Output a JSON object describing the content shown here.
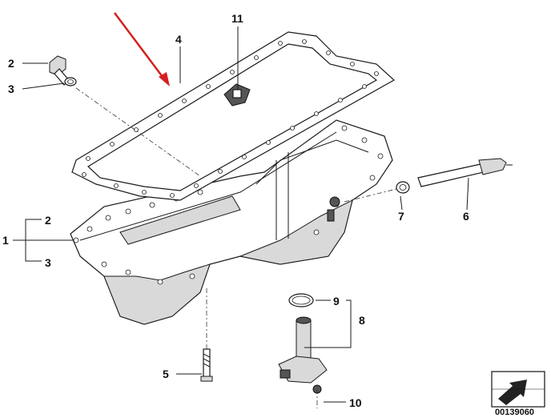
{
  "colors": {
    "arrow": "#d42020",
    "line": "#1a1a1a",
    "shade": "#d9d9d9"
  },
  "callouts": {
    "c1": "1",
    "c2_top": "2",
    "c2_group": "2",
    "c3_top": "3",
    "c3_group": "3",
    "c4": "4",
    "c5": "5",
    "c6": "6",
    "c7": "7",
    "c8": "8",
    "c9": "9",
    "c10": "10",
    "c11": "11"
  },
  "document_number": "00139060",
  "icons": {
    "arrow": "red-pointer-arrow",
    "badge": "reference-arrow-icon"
  }
}
